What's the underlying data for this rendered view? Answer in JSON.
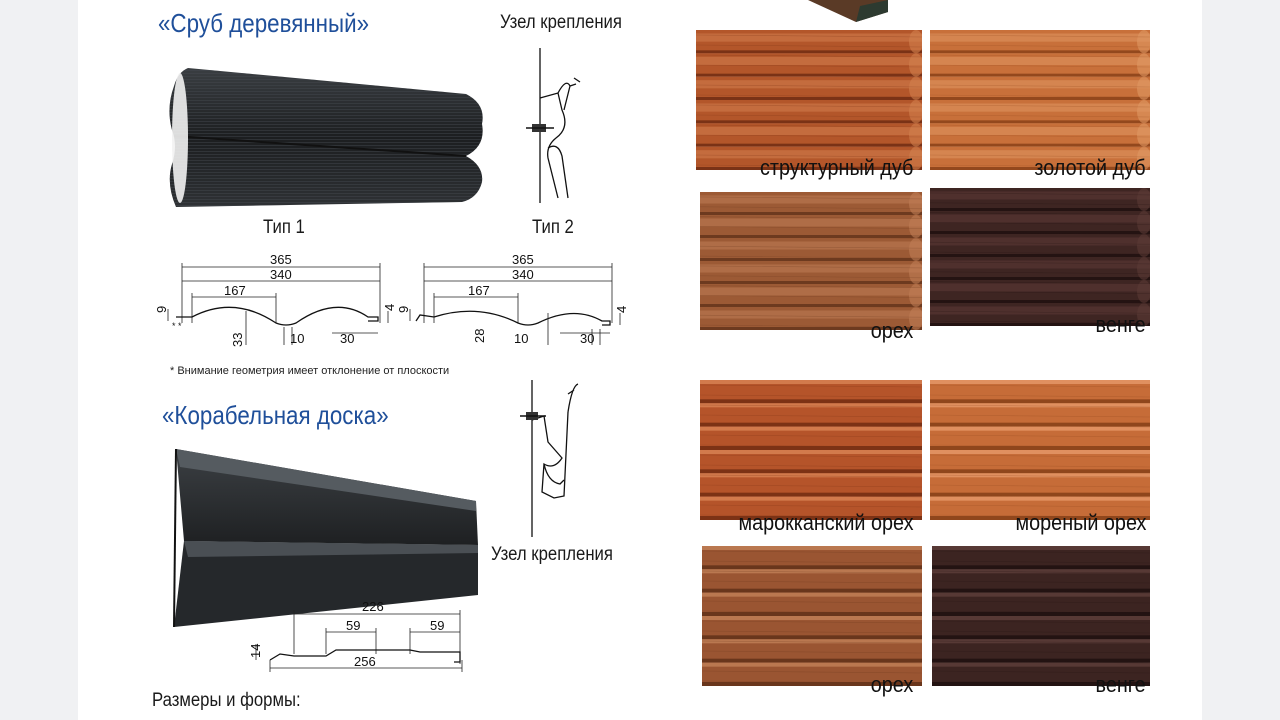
{
  "sections": {
    "sruba": {
      "title": "«Сруб деревянный»",
      "mount_label": "Узел крепления",
      "type1_label": "Тип 1",
      "type2_label": "Тип 2",
      "type1_dims": {
        "d365": "365",
        "d340": "340",
        "d167": "167",
        "d9": "9",
        "d4": "4",
        "d33": "33",
        "d10": "10",
        "d30": "30"
      },
      "type2_dims": {
        "d365": "365",
        "d340": "340",
        "d167": "167",
        "d9": "9",
        "d4": "4",
        "d28": "28",
        "d10": "10",
        "d30": "30"
      },
      "note": "* Внимание геометрия имеет отклонение от плоскости",
      "stars": "* *"
    },
    "korabel": {
      "title": "«Корабельная доска»",
      "mount_label": "Узел крепления",
      "dims": {
        "d226": "226",
        "d59a": "59",
        "d59b": "59",
        "d14": "14",
        "d256": "256"
      }
    },
    "footer": "Размеры и формы:"
  },
  "colors": {
    "heading": "#1f4f9a",
    "panel_dark": "#2a2d30"
  },
  "swatches_log": [
    {
      "caption": "структурный дуб",
      "base": "#b3562a",
      "light": "#d2804f",
      "dark": "#7a3216"
    },
    {
      "caption": "золотой дуб",
      "base": "#c8703a",
      "light": "#e09862",
      "dark": "#93481d"
    },
    {
      "caption": "орех",
      "base": "#9c5a35",
      "light": "#bf7d55",
      "dark": "#6d3a1f"
    },
    {
      "caption": "венге",
      "base": "#3e2522",
      "light": "#5c3b36",
      "dark": "#241312"
    }
  ],
  "swatches_board": [
    {
      "caption": "марокканский орех",
      "base": "#b5542a",
      "light": "#d27a4c",
      "dark": "#7c3215"
    },
    {
      "caption": "мореный орех",
      "base": "#c66c38",
      "light": "#e09060",
      "dark": "#8f461c"
    },
    {
      "caption": "орех",
      "base": "#9a5532",
      "light": "#ba7850",
      "dark": "#69361c"
    },
    {
      "caption": "венге",
      "base": "#3c2421",
      "light": "#573935",
      "dark": "#231312"
    }
  ]
}
